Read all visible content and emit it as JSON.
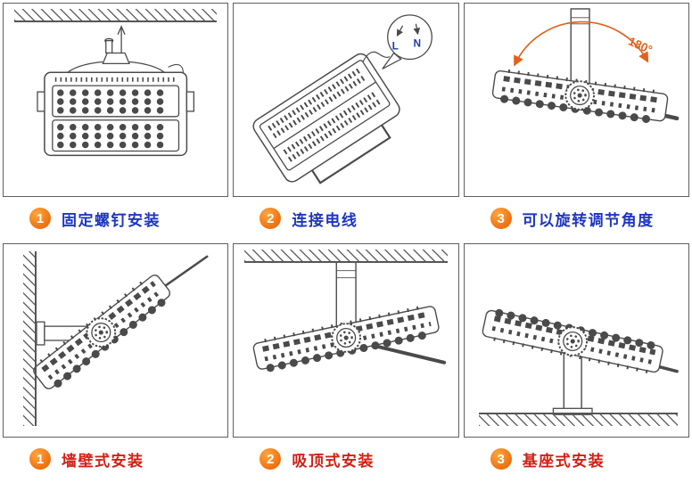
{
  "colors": {
    "step_badge": "#ee7010",
    "row1_label": "#1e36c0",
    "row2_label": "#d02015",
    "line_art": "#4a4a4a",
    "rotation_arc": "#e2611c"
  },
  "steps": [
    {
      "number": "1",
      "label": "固定螺钉安装"
    },
    {
      "number": "2",
      "label": "连接电线"
    },
    {
      "number": "3",
      "label": "可以旋转调节角度"
    },
    {
      "number": "1",
      "label": "墙壁式安装"
    },
    {
      "number": "2",
      "label": "吸顶式安装"
    },
    {
      "number": "3",
      "label": "基座式安装"
    }
  ],
  "panel2": {
    "wire_l": "L",
    "wire_n": "N"
  },
  "panel3": {
    "angle": "180°"
  }
}
